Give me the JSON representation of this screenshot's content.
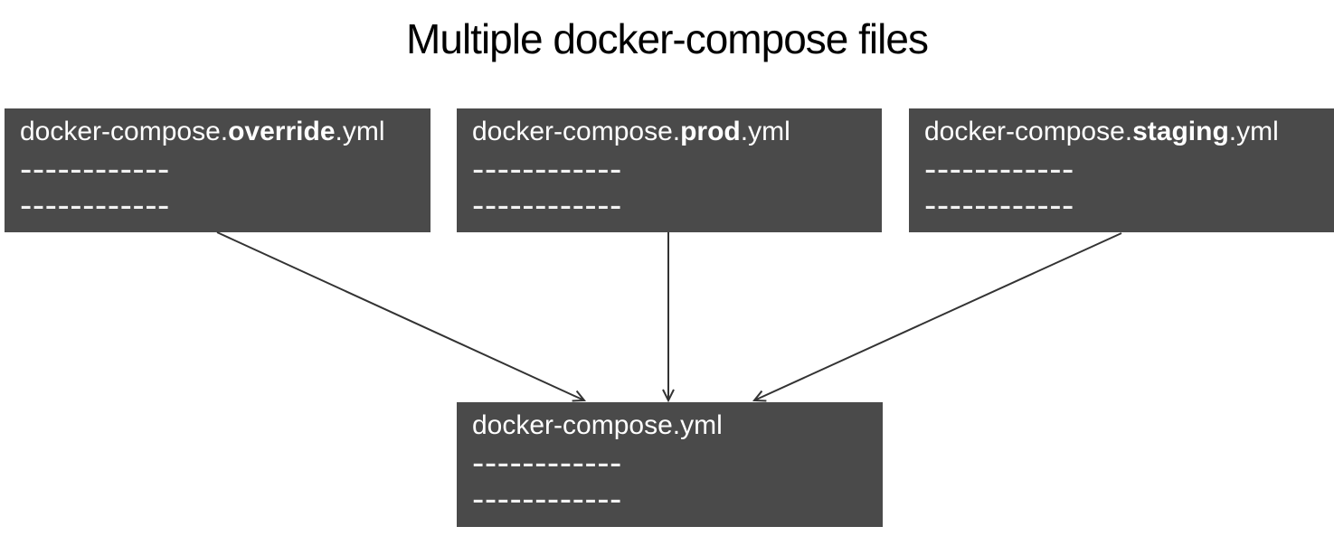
{
  "title": "Multiple docker-compose files",
  "boxes": [
    {
      "id": "override",
      "prefix": "docker-compose.",
      "bold": "override",
      "suffix": ".yml",
      "dashes": [
        "------------",
        "------------"
      ]
    },
    {
      "id": "prod",
      "prefix": "docker-compose.",
      "bold": "prod",
      "suffix": ".yml",
      "dashes": [
        "------------",
        "------------"
      ]
    },
    {
      "id": "staging",
      "prefix": "docker-compose.",
      "bold": "staging",
      "suffix": ".yml",
      "dashes": [
        "------------",
        "------------"
      ]
    }
  ],
  "target_box": {
    "label": "docker-compose.yml",
    "dashes": [
      "------------",
      "------------"
    ]
  },
  "connections": [
    {
      "from": "docker-compose.override.yml",
      "to": "docker-compose.yml"
    },
    {
      "from": "docker-compose.prod.yml",
      "to": "docker-compose.yml"
    },
    {
      "from": "docker-compose.staging.yml",
      "to": "docker-compose.yml"
    }
  ],
  "colors": {
    "box_background": "#4a4a4a",
    "box_text": "#ffffff",
    "dash_text": "#f2f2f2",
    "arrow": "#333333",
    "title_text": "#000000",
    "canvas_background": "#ffffff"
  }
}
